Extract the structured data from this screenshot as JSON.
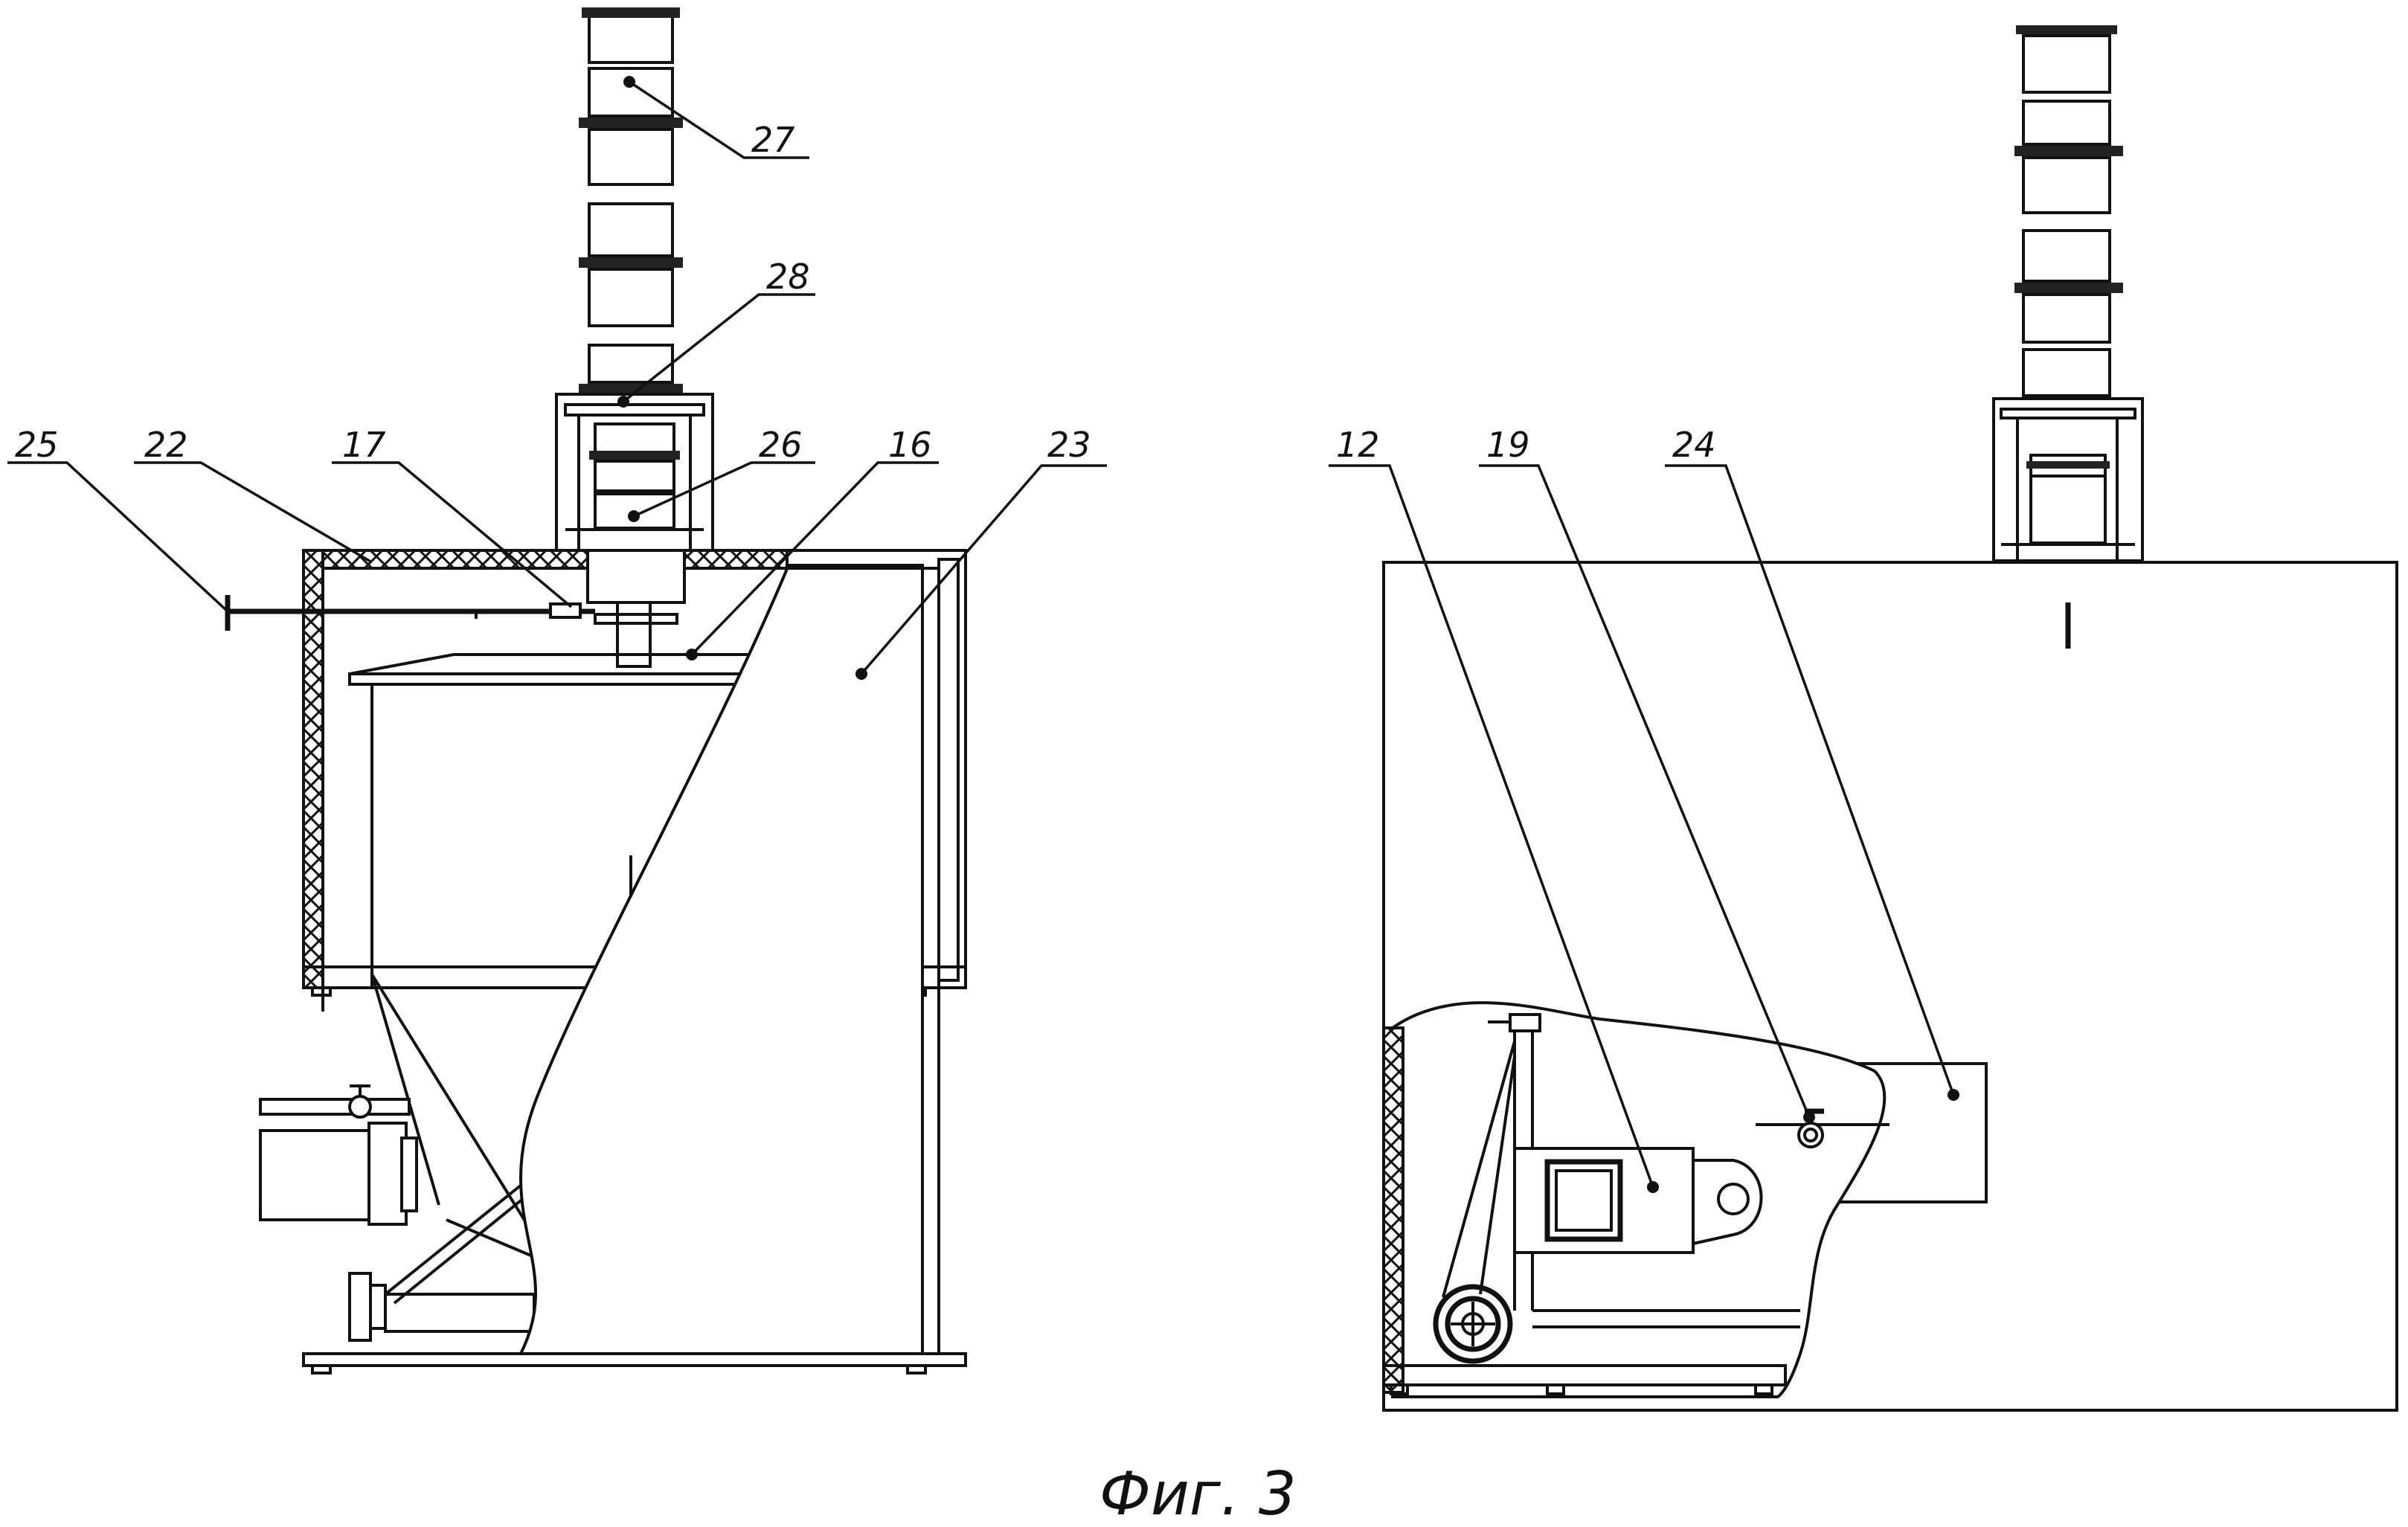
{
  "figure": {
    "caption": "Фиг. 3"
  },
  "labels": {
    "l27": "27",
    "l28": "28",
    "l25": "25",
    "l22": "22",
    "l17": "17",
    "l26": "26",
    "l16": "16",
    "l23": "23",
    "l12": "12",
    "l19": "19",
    "l24": "24"
  },
  "colors": {
    "ink": "#111111",
    "paper": "#ffffff"
  }
}
